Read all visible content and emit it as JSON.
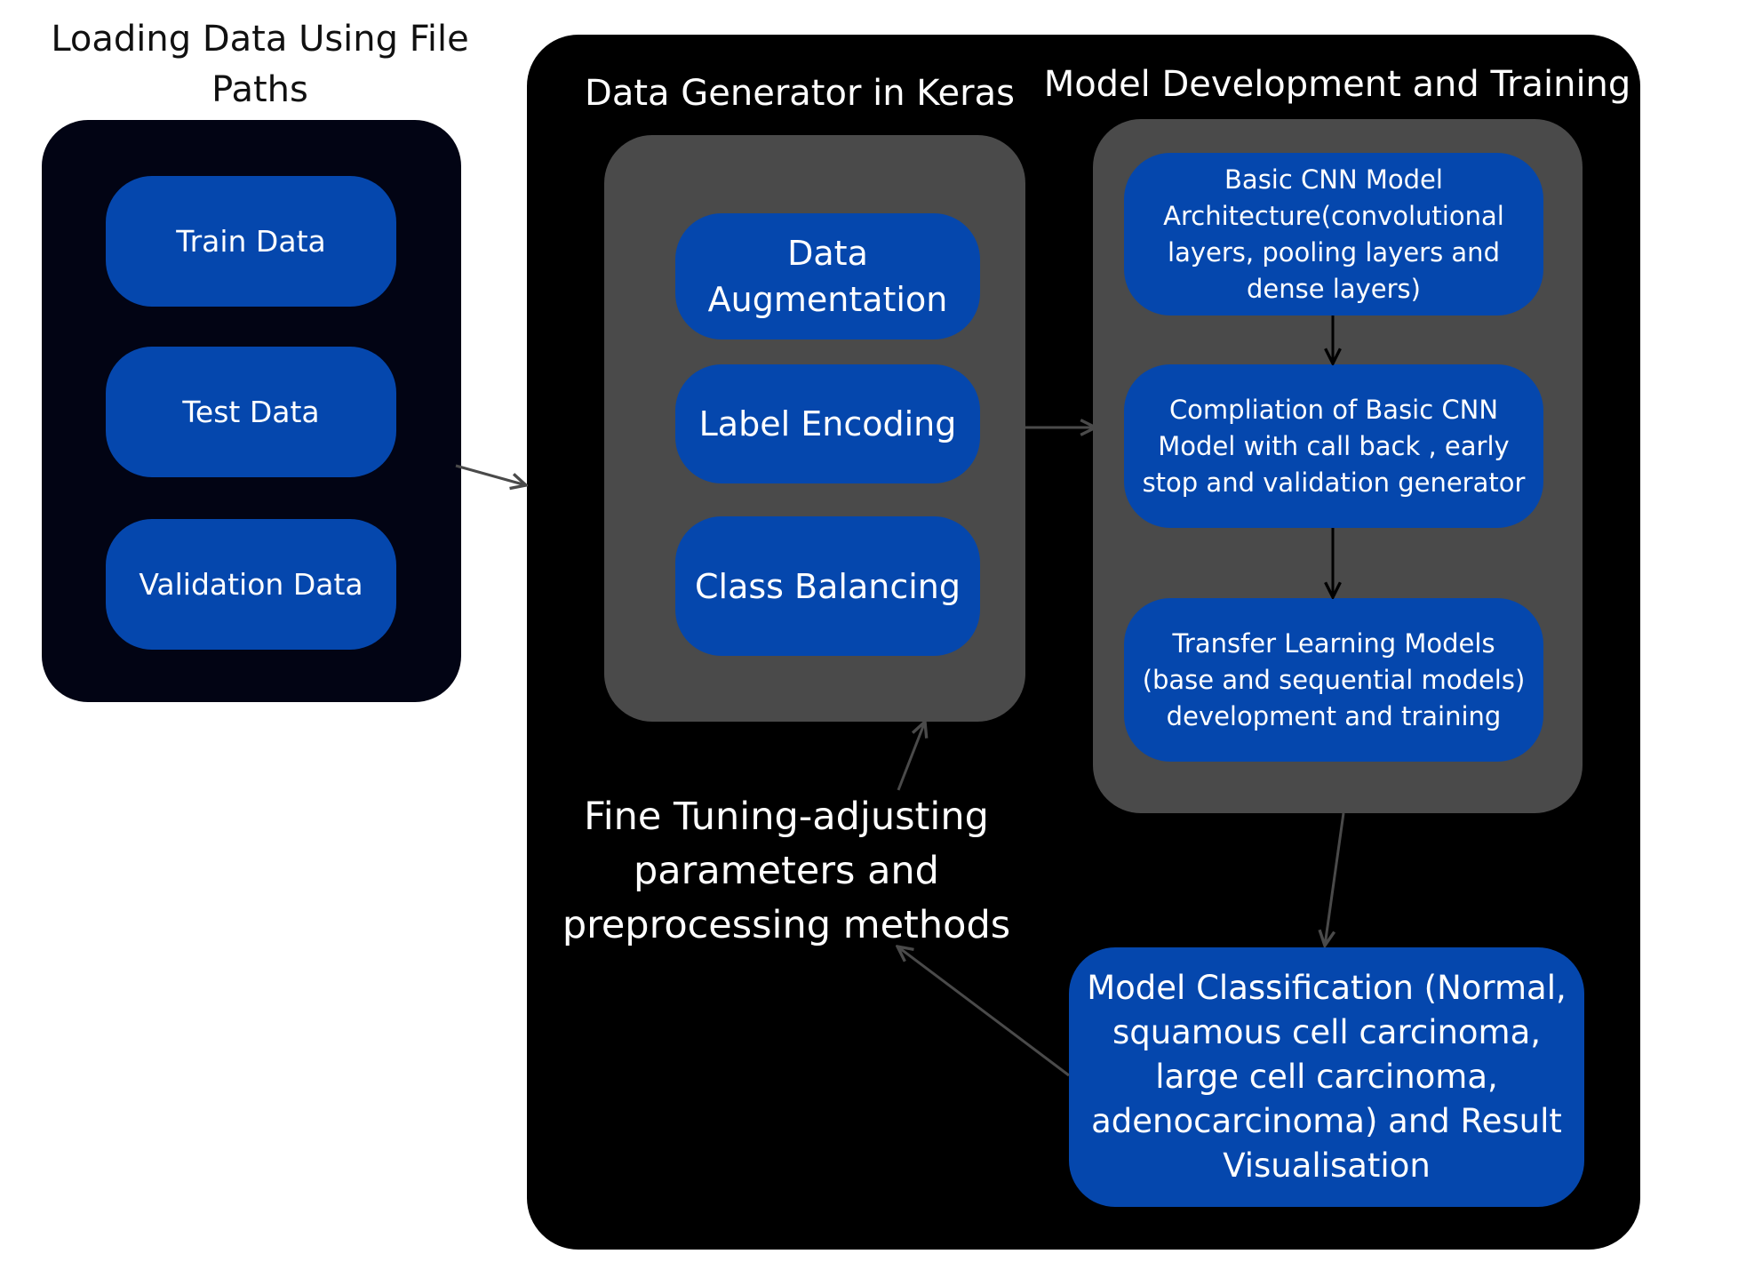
{
  "loading": {
    "title": "Loading Data Using File Paths",
    "items": [
      "Train Data",
      "Test Data",
      "Validation Data"
    ]
  },
  "generator": {
    "title": "Data Generator in Keras",
    "items": [
      "Data Augmentation",
      "Label Encoding",
      "Class Balancing"
    ]
  },
  "model": {
    "title": "Model Development and Training",
    "items": [
      "Basic CNN Model Architecture(convolutional layers, pooling layers and dense layers)",
      "Compliation of Basic CNN Model with call back , early stop and validation generator",
      "Transfer Learning Models (base and sequential models) development and training"
    ]
  },
  "fine_tuning": {
    "label": "Fine Tuning-adjusting parameters and preprocessing methods"
  },
  "classification": {
    "label": "Model Classification (Normal, squamous cell carcinoma, large cell carcinoma, adenocarcinoma) and Result Visualisation"
  },
  "colors": {
    "pill_blue": "#0547ad",
    "panel_navy": "#020414",
    "panel_black": "#000000",
    "panel_gray": "#4a4a4a",
    "arrow_black": "#000000",
    "arrow_gray": "#4a4a4a"
  }
}
